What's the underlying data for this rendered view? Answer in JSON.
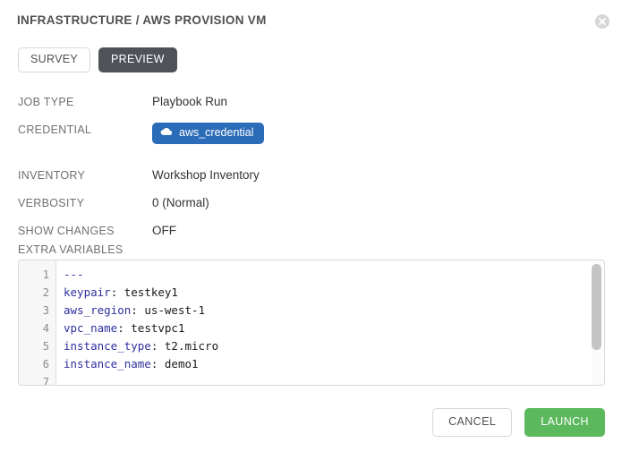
{
  "header": {
    "title": "INFRASTRUCTURE / AWS PROVISION VM",
    "close_icon": "close-icon"
  },
  "tabs": [
    {
      "label": "SURVEY",
      "active": false
    },
    {
      "label": "PREVIEW",
      "active": true
    }
  ],
  "details": [
    {
      "label": "JOB TYPE",
      "value": "Playbook Run"
    },
    {
      "label": "CREDENTIAL",
      "value": "aws_credential",
      "type": "badge",
      "icon": "cloud-icon"
    },
    {
      "label": "INVENTORY",
      "value": "Workshop Inventory"
    },
    {
      "label": "VERBOSITY",
      "value": "0 (Normal)"
    },
    {
      "label": "SHOW CHANGES",
      "value": "OFF"
    }
  ],
  "extra_variables": {
    "label": "EXTRA VARIABLES",
    "line_numbers": [
      "1",
      "2",
      "3",
      "4",
      "5",
      "6",
      "7"
    ],
    "lines": [
      {
        "key": "---",
        "sep": "",
        "value": ""
      },
      {
        "key": "keypair",
        "sep": ": ",
        "value": "testkey1"
      },
      {
        "key": "aws_region",
        "sep": ": ",
        "value": "us-west-1"
      },
      {
        "key": "vpc_name",
        "sep": ": ",
        "value": "testvpc1"
      },
      {
        "key": "instance_type",
        "sep": ": ",
        "value": "t2.micro"
      },
      {
        "key": "instance_name",
        "sep": ": ",
        "value": "demo1"
      }
    ]
  },
  "footer": {
    "cancel_label": "CANCEL",
    "launch_label": "LAUNCH"
  },
  "colors": {
    "accent_blue": "#2b6cb8",
    "launch_green": "#5cb85c",
    "tab_active": "#4f5359",
    "yaml_key": "#2f2fa0"
  }
}
